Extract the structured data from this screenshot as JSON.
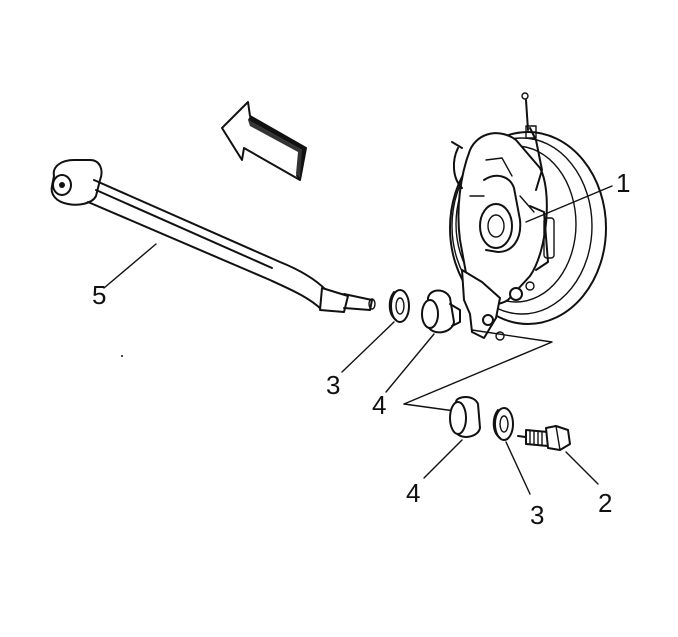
{
  "diagram": {
    "callouts": {
      "c1": "1",
      "c2": "2",
      "c3a": "3",
      "c3b": "3",
      "c4a": "4",
      "c4b": "4",
      "c5": "5"
    },
    "colors": {
      "ink": "#111111",
      "paper": "#ffffff"
    }
  }
}
